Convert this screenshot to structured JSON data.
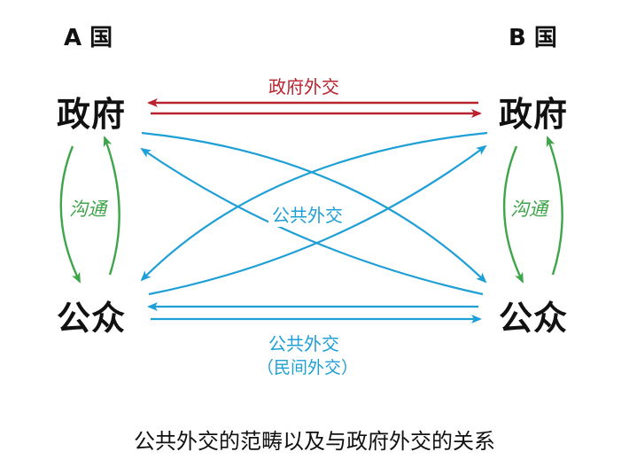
{
  "left_country": "A 国",
  "right_country": "B 国",
  "left_government": "政府",
  "left_public": "公众",
  "right_government": "政府",
  "right_public": "公众",
  "government_diplomacy_label": "政府外交",
  "public_diplomacy_label": "公共外交",
  "bottom_public_diplomacy_label": "公共外交",
  "people_diplomacy_label": "（民间外交）",
  "left_communication_label": "沟通",
  "right_communication_label": "沟通",
  "caption": "公共外交的范畴以及与政府外交的关系",
  "colors": {
    "government": "#b8232f",
    "public": "#1e9fd6",
    "communication": "#3fa54a"
  }
}
